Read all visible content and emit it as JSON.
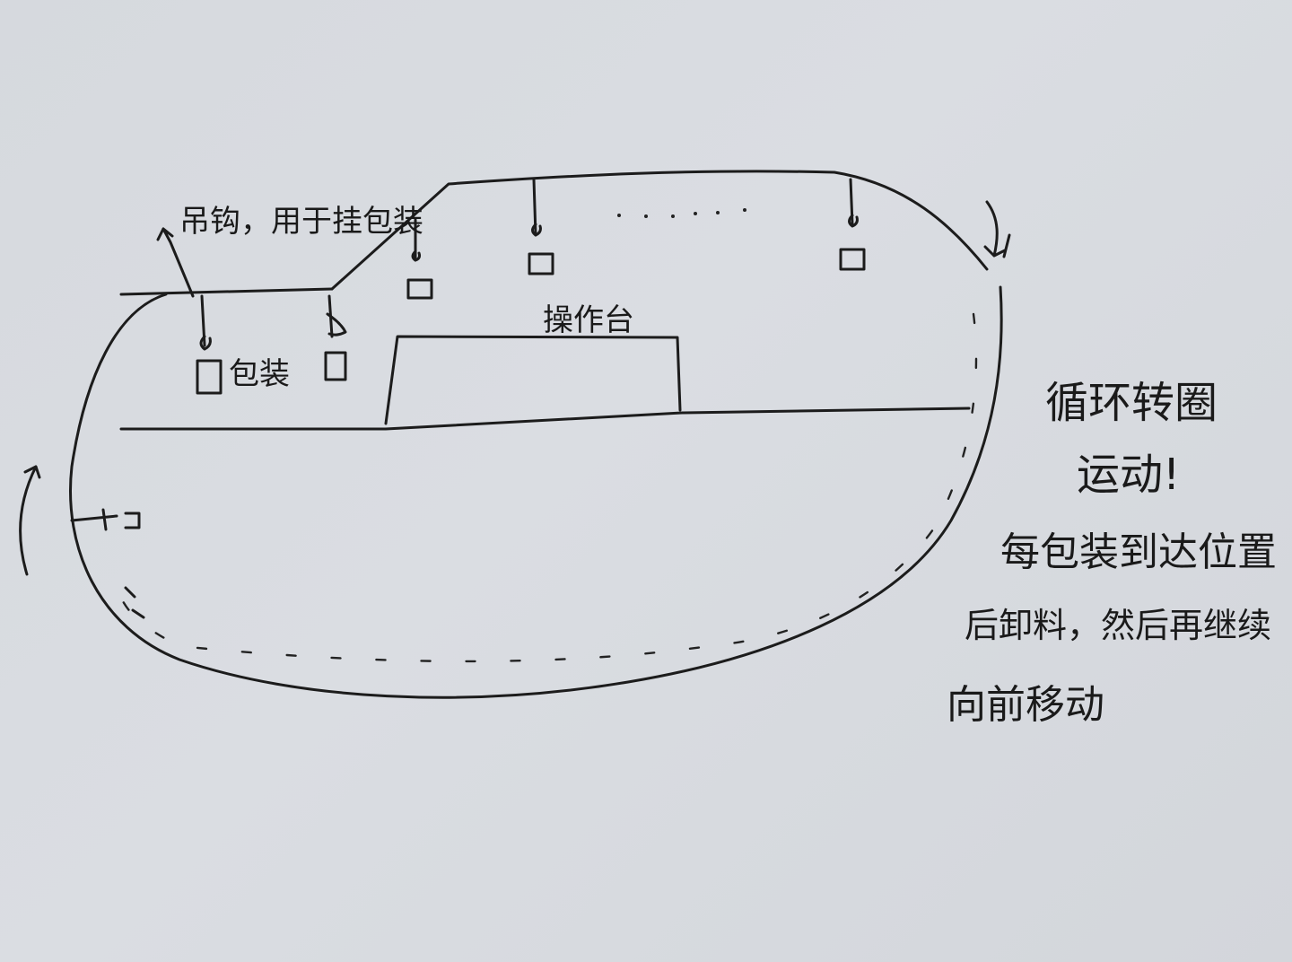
{
  "diagram": {
    "labels": {
      "hook": "吊钩，用于挂包装",
      "bag": "包装",
      "platform": "操作台",
      "crossing": "+",
      "note_line1": "循环转圈",
      "note_line2": "运动!",
      "note_line3": "每包装到达位置",
      "note_line4": "后卸料，然后再继续",
      "note_line5": "向前移动"
    },
    "ink_color": "#1c1c1c",
    "paper_color": "#d8dbe0"
  }
}
